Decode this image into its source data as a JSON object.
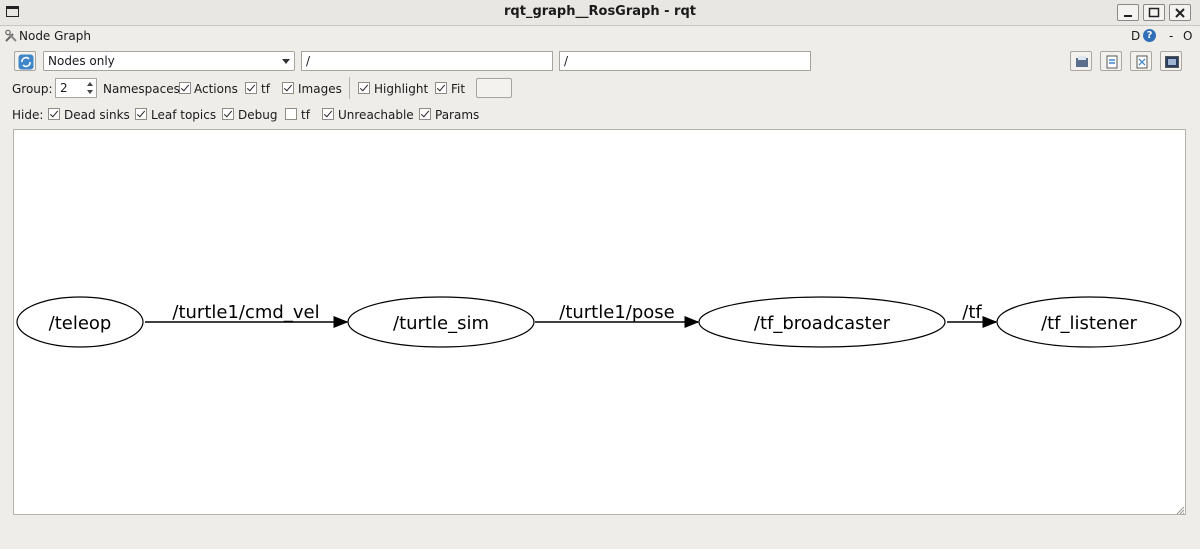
{
  "window": {
    "title": "rqt_graph__RosGraph - rqt"
  },
  "plugin": {
    "label": "Node Graph",
    "d_label": "D",
    "help_label": "?",
    "dash_label": "-",
    "o_label": "O"
  },
  "toolbar": {
    "mode_value": "Nodes only",
    "filter1_value": "/",
    "filter2_value": "/"
  },
  "options": {
    "group_label": "Group:",
    "group_value": "2",
    "namespaces_label": "Namespaces",
    "actions_label": "Actions",
    "tf_label": "tf",
    "images_label": "Images",
    "highlight_label": "Highlight",
    "fit_label": "Fit"
  },
  "hide": {
    "label": "Hide:",
    "dead_sinks": "Dead sinks",
    "leaf_topics": "Leaf topics",
    "debug": "Debug",
    "tf": "tf",
    "unreachable": "Unreachable",
    "params": "Params"
  },
  "graph": {
    "nodes": [
      "/teleop",
      "/turtle_sim",
      "/tf_broadcaster",
      "/tf_listener"
    ],
    "edges": [
      "/turtle1/cmd_vel",
      "/turtle1/pose",
      "/tf"
    ]
  }
}
